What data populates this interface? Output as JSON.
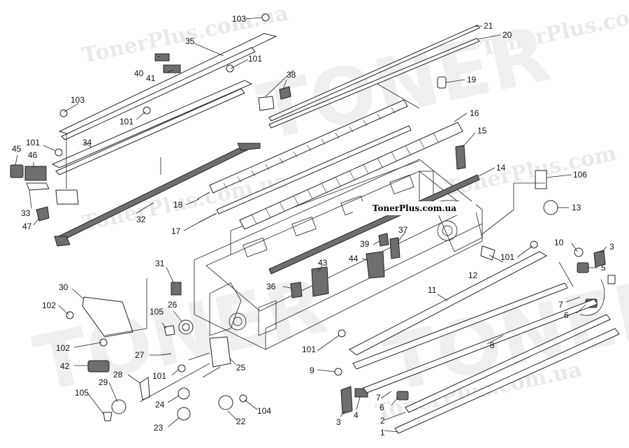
{
  "watermark": {
    "site_text": "TonerPlus.com.ua",
    "wm_small": "TonerPlus.com.ua",
    "wm_mid": "TonerPlus.com",
    "wm_big": "TONER"
  },
  "callouts": {
    "c1": "1",
    "c2": "2",
    "c3a": "3",
    "c3b": "3",
    "c4": "4",
    "c5": "5",
    "c6a": "6",
    "c6b": "6",
    "c7a": "7",
    "c7b": "7",
    "c8": "8",
    "c9": "9",
    "c10": "10",
    "c11": "11",
    "c12": "12",
    "c13": "13",
    "c14": "14",
    "c15": "15",
    "c16": "16",
    "c17": "17",
    "c18": "18",
    "c19": "19",
    "c20": "20",
    "c21": "21",
    "c22": "22",
    "c23": "23",
    "c24": "24",
    "c25": "25",
    "c26": "26",
    "c27": "27",
    "c28": "28",
    "c29": "29",
    "c30": "30",
    "c31": "31",
    "c32": "32",
    "c33": "33",
    "c34": "34",
    "c35": "35",
    "c36": "36",
    "c37": "37",
    "c38": "38",
    "c39": "39",
    "c40": "40",
    "c41": "41",
    "c42": "42",
    "c43": "43",
    "c44": "44",
    "c45": "45",
    "c46": "46",
    "c47": "47",
    "c101a": "101",
    "c101b": "101",
    "c101c": "101",
    "c101d": "101",
    "c101e": "101",
    "c101f": "101",
    "c102a": "102",
    "c102b": "102",
    "c103a": "103",
    "c103b": "103",
    "c104": "104",
    "c105a": "105",
    "c105b": "105",
    "c106": "106"
  }
}
